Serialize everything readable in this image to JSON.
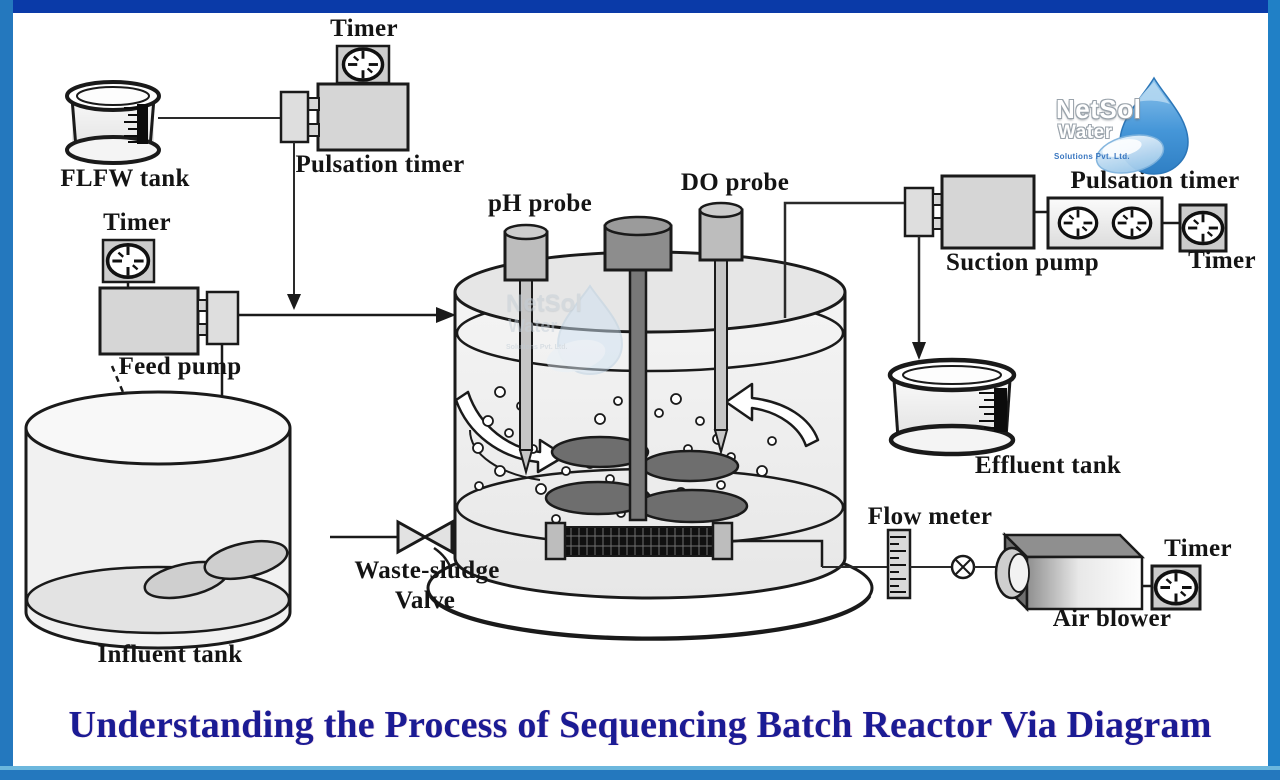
{
  "frame": {
    "top_color": "#0a3aa8",
    "side_color": "#2478be",
    "bottom_light_color": "#6cb7dd",
    "bottom_dark_color": "#2478be"
  },
  "logo": {
    "name": "NetSol",
    "sub": "Water",
    "tagline": "Solutions Pvt. Ltd.",
    "drop_color": "#4596d8"
  },
  "watermark": {
    "name": "NetSol",
    "sub": "Water",
    "tagline": "Solutions Pvt. Ltd."
  },
  "diagram": {
    "labels": {
      "flfw_tank": "FLFW tank",
      "timer_top": "Timer",
      "pulsation_timer_top": "Pulsation timer",
      "timer_feed": "Timer",
      "feed_pump": "Feed pump",
      "influent_tank": "Influent tank",
      "ph_probe": "pH probe",
      "do_probe": "DO probe",
      "suction_pump": "Suction pump",
      "pulsation_timer_right": "Pulsation timer",
      "timer_right": "Timer",
      "effluent_tank": "Effluent tank",
      "flow_meter": "Flow meter",
      "air_blower": "Air blower",
      "timer_air_blower": "Timer",
      "waste_sludge": "Waste-sludge",
      "valve": "Valve"
    }
  },
  "caption": {
    "title": "Understanding the Process of Sequencing Batch Reactor Via Diagram",
    "color": "#1b1b94"
  }
}
